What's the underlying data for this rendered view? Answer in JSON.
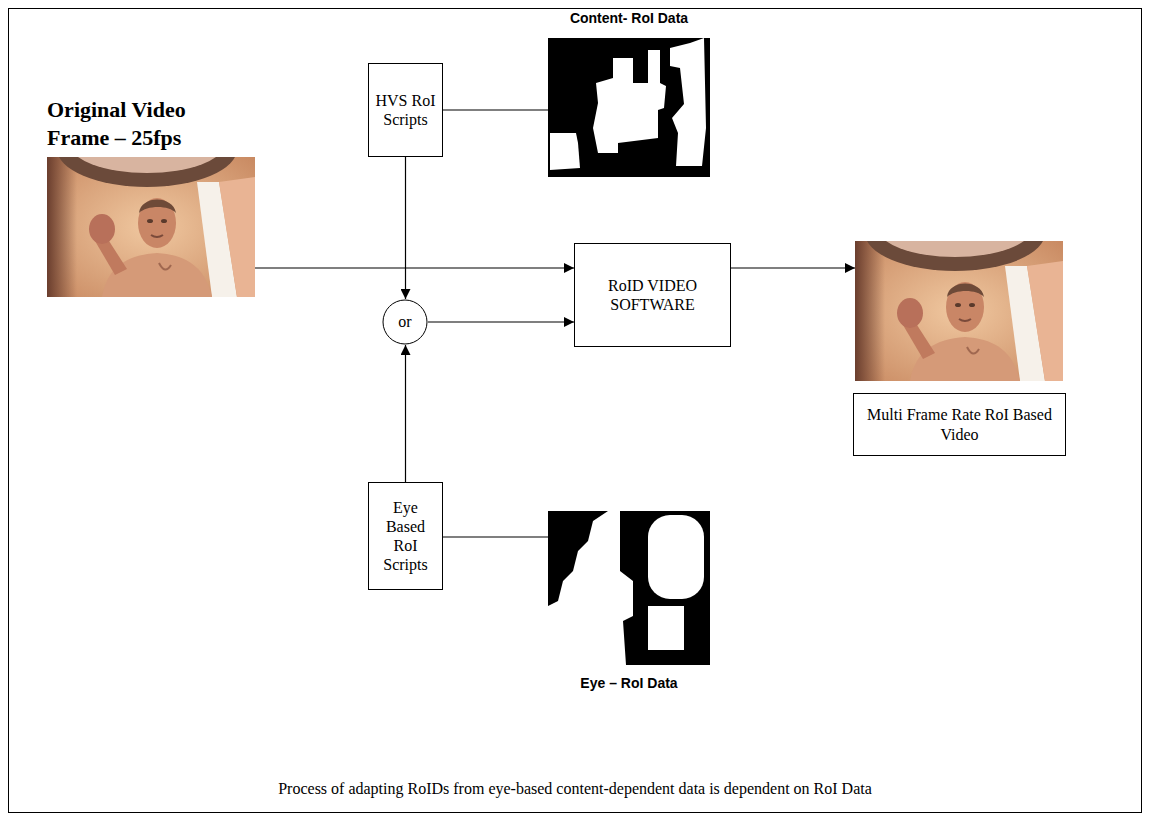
{
  "diagram": {
    "caption": "Process of adapting RoIDs from eye-based content-dependent data is dependent on RoI Data",
    "nodes": [
      {
        "text": [
          "Content- RoI Data"
        ]
      },
      {
        "text": [
          "HVS RoI Scripts"
        ]
      },
      {
        "text": [
          "Original Video Frame – 25fps"
        ]
      },
      {
        "text": [
          "RoID VIDEO SOFTWARE"
        ]
      },
      {
        "text": []
      },
      {
        "text": [
          "or"
        ]
      },
      {
        "text": [
          "Multi Frame Rate RoI Based Video"
        ]
      },
      {
        "text": [
          "Eye Based RoI Scripts"
        ]
      },
      {
        "text": [
          "Eye – RoI Data"
        ]
      }
    ],
    "edges": [
      {
        "from": 1,
        "to": 5,
        "arrow": "to"
      },
      {
        "from": 1,
        "to": 0,
        "arrow": "none"
      },
      {
        "from": 2,
        "to": 3,
        "arrow": "to"
      },
      {
        "from": 7,
        "to": 5,
        "arrow": "to"
      },
      {
        "from": 7,
        "to": 8,
        "arrow": "none"
      },
      {
        "from": 5,
        "to": 3,
        "arrow": "to"
      },
      {
        "from": 3,
        "to": 4,
        "arrow": "to"
      }
    ]
  }
}
